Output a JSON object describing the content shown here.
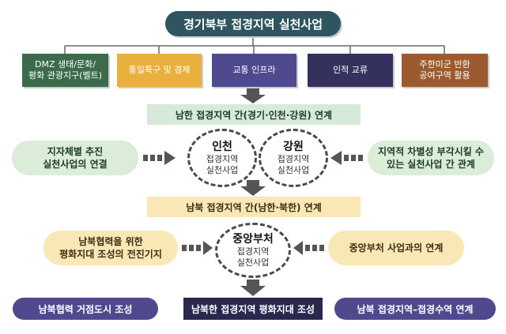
{
  "title": "경기북부 접경지역 실천사업",
  "categories": [
    "DMZ 생태/문화/\n평화 관광지구(벨트)",
    "통일특구 및 경제",
    "교통 인프라",
    "인적 교류",
    "주한미군 반환\n공여구역 활용"
  ],
  "row1": {
    "bar": "남한 접경지역 간(경기·인천·강원) 연계",
    "left": "지자체별 추진\n실천사업의 연결",
    "right": "지역적 차별성 부각시킬 수\n있는 실천사업 간 관계",
    "circle1": {
      "head": "인천",
      "sub": "접경지역\n실천사업"
    },
    "circle2": {
      "head": "강원",
      "sub": "접경지역\n실천사업"
    }
  },
  "row2": {
    "bar": "남북 접경지역 간(남한·북한) 연계",
    "left": "남북협력을 위한\n평화지대 조성의 전진기지",
    "right": "중앙부처 사업과의 연계",
    "circle": {
      "head": "중앙부처",
      "sub": "접경지역\n실천사업"
    }
  },
  "bottom": {
    "left": "남북협력 거점도시 조성",
    "center": "남북한 접경지역 평화지대 조성",
    "right": "남북 접경지역–접경수역 연계"
  },
  "colors": {
    "title": "#2f5560",
    "arrow": "#555555",
    "green": "#3c6b4c",
    "yellow": "#e9b03d",
    "purple": "#4e4a8d",
    "navy": "#35315f",
    "brown": "#9b5a2f"
  }
}
